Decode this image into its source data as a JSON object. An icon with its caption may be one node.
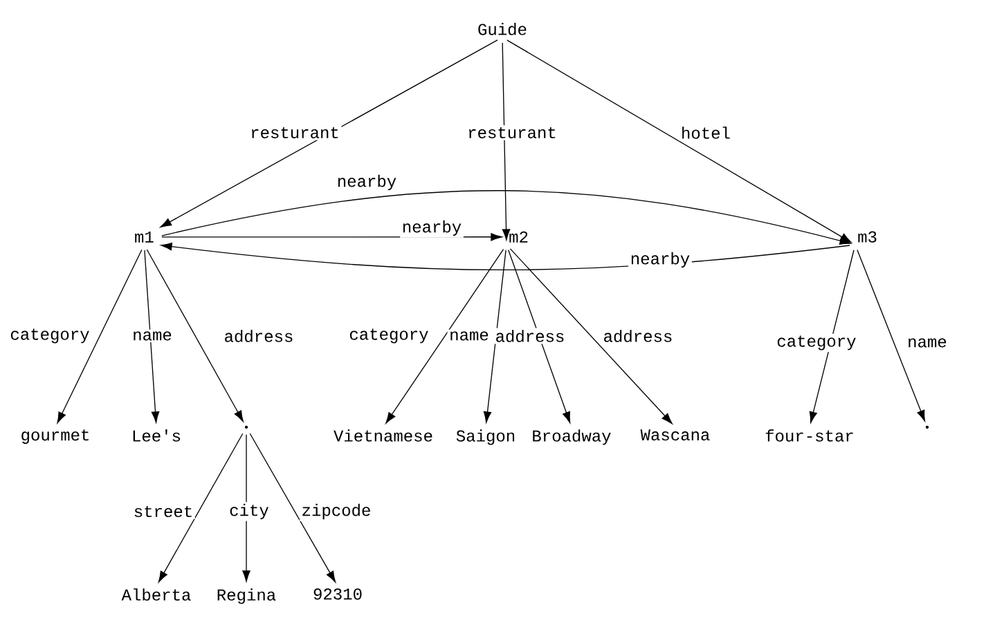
{
  "diagram": {
    "nodes": [
      {
        "text": [
          "Guide"
        ]
      },
      {
        "text": [
          "m1"
        ]
      },
      {
        "text": [
          "m2"
        ]
      },
      {
        "text": [
          "m3"
        ]
      },
      {
        "text": [
          "gourmet"
        ]
      },
      {
        "text": [
          "Lee's"
        ]
      },
      {
        "text": [],
        "shape": "dot"
      },
      {
        "text": [
          "Vietnamese"
        ]
      },
      {
        "text": [
          "Saigon"
        ]
      },
      {
        "text": [
          "Broadway"
        ]
      },
      {
        "text": [
          "Wascana"
        ]
      },
      {
        "text": [
          "four-star"
        ]
      },
      {
        "text": [],
        "shape": "dot"
      },
      {
        "text": [
          "Alberta"
        ]
      },
      {
        "text": [
          "Regina"
        ]
      },
      {
        "text": [
          "92310"
        ]
      }
    ],
    "edges": [
      {
        "from": 0,
        "to": 1,
        "arrow": "to",
        "label": "resturant"
      },
      {
        "from": 0,
        "to": 2,
        "arrow": "to",
        "label": "resturant"
      },
      {
        "from": 0,
        "to": 3,
        "arrow": "to",
        "label": "hotel"
      },
      {
        "from": 1,
        "to": 3,
        "arrow": "to",
        "label": "nearby"
      },
      {
        "from": 1,
        "to": 2,
        "arrow": "to",
        "label": "nearby"
      },
      {
        "from": 3,
        "to": 1,
        "arrow": "to",
        "label": "nearby"
      },
      {
        "from": 1,
        "to": 4,
        "arrow": "to",
        "label": "category"
      },
      {
        "from": 1,
        "to": 5,
        "arrow": "to",
        "label": "name"
      },
      {
        "from": 1,
        "to": 6,
        "arrow": "to",
        "label": "address"
      },
      {
        "from": 2,
        "to": 7,
        "arrow": "to",
        "label": "category"
      },
      {
        "from": 2,
        "to": 8,
        "arrow": "to",
        "label": "name"
      },
      {
        "from": 2,
        "to": 9,
        "arrow": "to",
        "label": "address"
      },
      {
        "from": 2,
        "to": 10,
        "arrow": "to",
        "label": "address"
      },
      {
        "from": 3,
        "to": 11,
        "arrow": "to",
        "label": "category"
      },
      {
        "from": 3,
        "to": 12,
        "arrow": "to",
        "label": "name"
      },
      {
        "from": 6,
        "to": 13,
        "arrow": "to",
        "label": "street"
      },
      {
        "from": 6,
        "to": 14,
        "arrow": "to",
        "label": "city"
      },
      {
        "from": 6,
        "to": 15,
        "arrow": "to",
        "label": "zipcode"
      }
    ]
  }
}
